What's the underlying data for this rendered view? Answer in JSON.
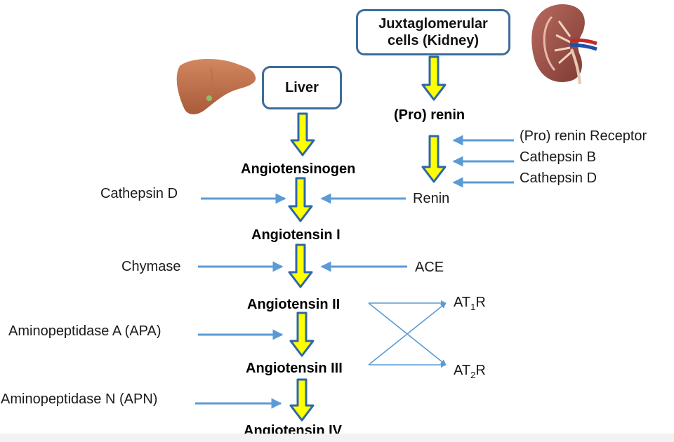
{
  "boxes": {
    "juxtaglomerular_line1": "Juxtaglomerular",
    "juxtaglomerular_line2": "cells (Kidney)",
    "liver": "Liver"
  },
  "pathway": {
    "pro_renin": "(Pro) renin",
    "angiotensinogen": "Angiotensinogen",
    "angiotensin_1": "Angiotensin I",
    "angiotensin_2": "Angiotensin II",
    "angiotensin_3": "Angiotensin III",
    "angiotensin_4": "Angiotensin IV"
  },
  "enzymes": {
    "pro_renin_receptor": "(Pro) renin Receptor",
    "cathepsin_b": "Cathepsin B",
    "cathepsin_d_right": "Cathepsin D",
    "renin": "Renin",
    "cathepsin_d_left": "Cathepsin D",
    "chymase": "Chymase",
    "ace": "ACE",
    "apa": "Aminopeptidase A (APA)",
    "apn": "Aminopeptidase N (APN)"
  },
  "receptors": {
    "at1r": {
      "prefix": "AT",
      "sub": "1",
      "suffix": "R"
    },
    "at2r": {
      "prefix": "AT",
      "sub": "2",
      "suffix": "R"
    }
  },
  "icons": [
    "kidney-icon",
    "liver-icon"
  ],
  "colors": {
    "box_border": "#3d6c9c",
    "main_arrow_fill": "#ffff00",
    "main_arrow_stroke": "#2e67a8",
    "side_arrow": "#5b9bd5",
    "text": "#000000"
  }
}
